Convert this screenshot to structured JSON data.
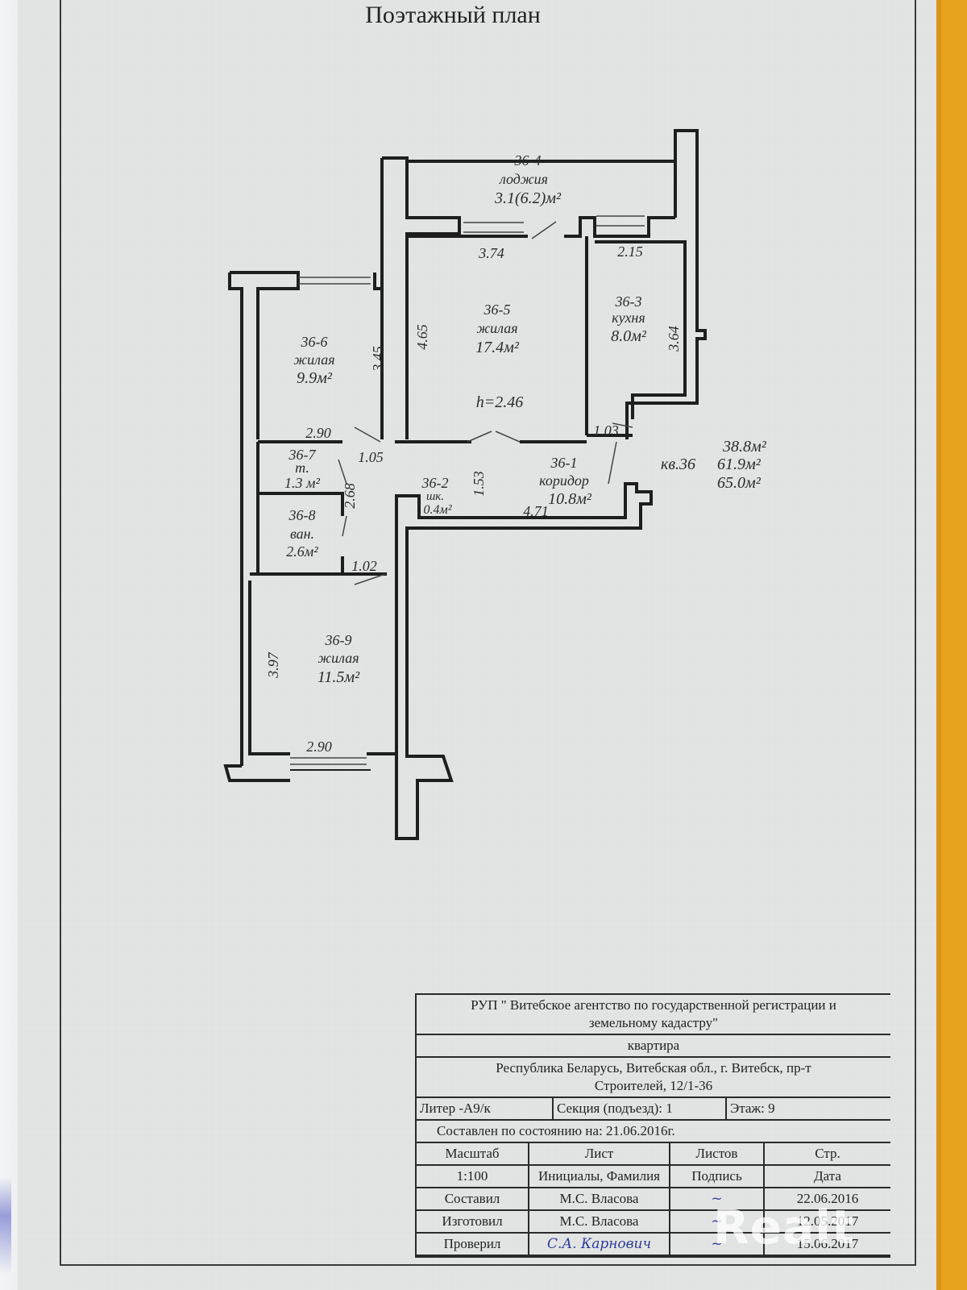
{
  "document": {
    "title": "Поэтажный план"
  },
  "rooms": [
    {
      "id": "36-4",
      "type": "лоджия",
      "area": "3.1(6.2)м²"
    },
    {
      "id": "36-5",
      "type": "жилая",
      "area": "17.4м²"
    },
    {
      "id": "36-3",
      "type": "кухня",
      "area": "8.0м²"
    },
    {
      "id": "36-6",
      "type": "жилая",
      "area": "9.9м²"
    },
    {
      "id": "36-7",
      "type": "т.",
      "area": "1.3 м²"
    },
    {
      "id": "36-8",
      "type": "ван.",
      "area": "2.6м²"
    },
    {
      "id": "36-2",
      "type": "шк.",
      "area": "0.4м²"
    },
    {
      "id": "36-1",
      "type": "коридор",
      "area": "10.8м²"
    },
    {
      "id": "36-9",
      "type": "жилая",
      "area": "11.5м²"
    }
  ],
  "dimensions": {
    "d_374": "3.74",
    "d_215": "2.15",
    "d_465": "4.65",
    "d_364": "3.64",
    "d_345": "3.45",
    "d_290_top": "2.90",
    "d_105": "1.05",
    "d_103": "1.03",
    "d_153": "1.53",
    "d_471": "4.71",
    "d_268": "2.68",
    "d_102": "1.02",
    "d_397": "3.97",
    "d_290_bottom": "2.90",
    "ceiling_height": "h=2.46"
  },
  "apartment": {
    "label": "кв.36",
    "living_area": "38.8м²",
    "total_area": "61.9м²",
    "total_with_loggia": "65.0м²"
  },
  "stamp": {
    "org_line1": "РУП \" Витебское агентство по государственной регистрации и",
    "org_line2": "земельному кадастру\"",
    "object_type": "квартира",
    "address_line1": "Республика Беларусь, Витебская обл., г. Витебск, пр-т",
    "address_line2": "Строителей, 12/1-36",
    "liter": "Литер -А9/к",
    "section": "Секция (подъезд): 1",
    "floor": "Этаж: 9",
    "as_of": "Составлен по состоянию на: 21.06.2016г.",
    "header1": [
      "Масштаб",
      "Лист",
      "Листов",
      "Стр."
    ],
    "header2": [
      "1:100",
      "Инициалы, Фамилия",
      "Подпись",
      "Дата"
    ],
    "rows": [
      {
        "role": "Составил",
        "name": "М.С. Власова",
        "signature": "~",
        "date": "22.06.2016"
      },
      {
        "role": "Изготовил",
        "name": "М.С. Власова",
        "signature": "~",
        "date": "12.05.2017"
      },
      {
        "role": "Проверил",
        "name": "С.А. Карнович",
        "signature": "~",
        "date": "15.06.2017"
      }
    ]
  },
  "watermark": "Realt"
}
